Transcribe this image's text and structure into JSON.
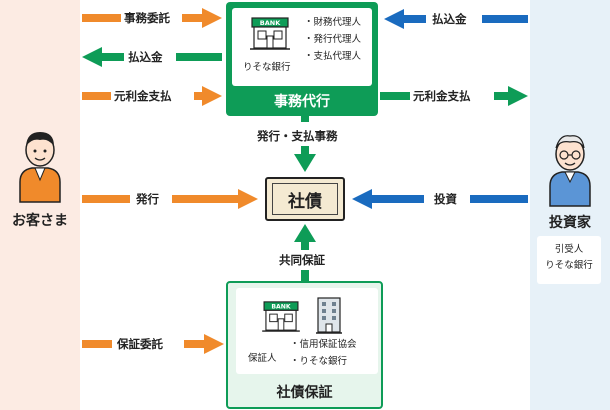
{
  "parties": {
    "customer": "お客さま",
    "investor": "投資家",
    "underwriter_title": "引受人",
    "underwriter_name": "りそな銀行"
  },
  "agency": {
    "title": "事務代行",
    "bank_sign": "BANK",
    "bank_name": "りそな銀行",
    "roles": [
      "・財務代理人",
      "・発行代理人",
      "・支払代理人"
    ]
  },
  "guarantee": {
    "title": "社債保証",
    "bank_sign": "BANK",
    "guarantor_label": "保証人",
    "guarantors": [
      "・信用保証協会",
      "・りそな銀行"
    ]
  },
  "bond": {
    "label": "社債"
  },
  "arrows": {
    "admin_entrust": "事務委託",
    "payment_in_left": "払込金",
    "principal_interest_left": "元利金支払",
    "payment_in_right": "払込金",
    "principal_interest_right": "元利金支払",
    "issue_pay_admin": "発行・支払事務",
    "issue": "発行",
    "invest": "投資",
    "joint_guarantee": "共同保証",
    "guarantee_entrust": "保証委託"
  },
  "colors": {
    "orange": "#f08a2b",
    "green": "#0e9c57",
    "blue": "#1a6bbf"
  }
}
